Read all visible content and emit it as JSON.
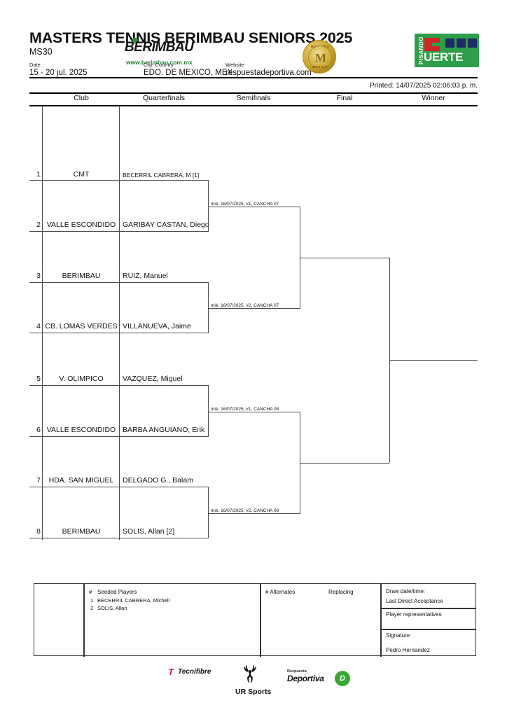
{
  "header": {
    "title": "MASTERS TENNIS BERIMBAU SENIORS 2025",
    "event_code": "MS30",
    "date_label": "Date",
    "date_value": "15 - 20 jul. 2025",
    "city_label": "City, Country",
    "city_value": "EDO. DE MEXICO, MEX",
    "website_label": "Website",
    "website_value": "respuestadeportiva.com",
    "printed": "Printed: 14/07/2025 02:06:03 p. m.",
    "logo_berimbau": "BERIMBAU",
    "logo_berimbau_url": "www.berimbau.com.mx",
    "logo_pisando": "PISANDO",
    "logo_fuerte": "UERTE",
    "medal_top": "MASTERS TENNIS",
    "medal_bottom": "MEXICO",
    "medal_letter": "M"
  },
  "columns": {
    "club": "Club",
    "quarterfinals": "Quarterfinals",
    "semifinals": "Semifinals",
    "final": "Final",
    "winner": "Winner"
  },
  "draw": {
    "entries": [
      {
        "no": "1",
        "club": "CMT",
        "player": "BECERRIL CABRERA, M [1]"
      },
      {
        "no": "2",
        "club": "VALLE ESCONDIDO",
        "player": "GARIBAY CASTAN, Diego"
      },
      {
        "no": "3",
        "club": "BERIMBAU",
        "player": "RUIZ, Manuel"
      },
      {
        "no": "4",
        "club": "CB. LOMAS VERDES",
        "player": "VILLANUEVA, Jaime"
      },
      {
        "no": "5",
        "club": "V. OLIMPICO",
        "player": "VAZQUEZ, Miguel"
      },
      {
        "no": "6",
        "club": "VALLE ESCONDIDO",
        "player": "BARBA ANGUIANO, Erik"
      },
      {
        "no": "7",
        "club": "HDA. SAN MIGUEL",
        "player": "DELGADO G., Balam"
      },
      {
        "no": "8",
        "club": "BERIMBAU",
        "player": "SOLIS, Allan [2]"
      }
    ],
    "matches": [
      {
        "label": "mié. 16/07/2025, #1, CANCHA 07"
      },
      {
        "label": "mié. 16/07/2025, #2, CANCHA 07"
      },
      {
        "label": "mié. 16/07/2025, #1, CANCHA 08"
      },
      {
        "label": "mié. 16/07/2025, #2, CANCHA 08"
      }
    ]
  },
  "footer": {
    "seeded_header_hash": "#",
    "seeded_header_label": "Seeded Players",
    "seeded": [
      {
        "no": "1",
        "name": "BECERRIL CABRERA, Michell"
      },
      {
        "no": "2",
        "name": "SOLIS, Allan"
      }
    ],
    "alternates_header": "# Alternates",
    "replacing_header": "Replacing",
    "draw_datetime": "Draw date/time:",
    "last_direct_acceptance": "Last Direct Acceptance",
    "player_representatives": "Player representatives",
    "signature": "Signature",
    "signature_name": "Pedro Hernandez"
  },
  "sponsors": {
    "tecnifibre_mark": "T",
    "tecnifibre": "Tecnifibre",
    "ur_sports": "UR Sports",
    "respuesta": "Respuesta",
    "deportiva": "Deportiva",
    "rd_mark": "D"
  }
}
